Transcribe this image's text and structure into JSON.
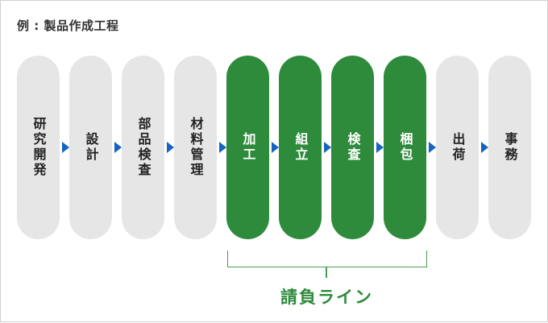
{
  "title": "例 : 製品作成工程",
  "steps": [
    {
      "label": "研究開発",
      "active": false
    },
    {
      "label": "設計",
      "active": false
    },
    {
      "label": "部品検査",
      "active": false
    },
    {
      "label": "材料管理",
      "active": false
    },
    {
      "label": "加工",
      "active": true
    },
    {
      "label": "組立",
      "active": true
    },
    {
      "label": "検査",
      "active": true
    },
    {
      "label": "梱包",
      "active": true
    },
    {
      "label": "出荷",
      "active": false
    },
    {
      "label": "事務",
      "active": false
    }
  ],
  "bracket_label": "請負ライン",
  "colors": {
    "active": "#2e8b3c",
    "inactive": "#e6e6e6",
    "arrow": "#1565c0",
    "caption": "#2e8b3c"
  }
}
